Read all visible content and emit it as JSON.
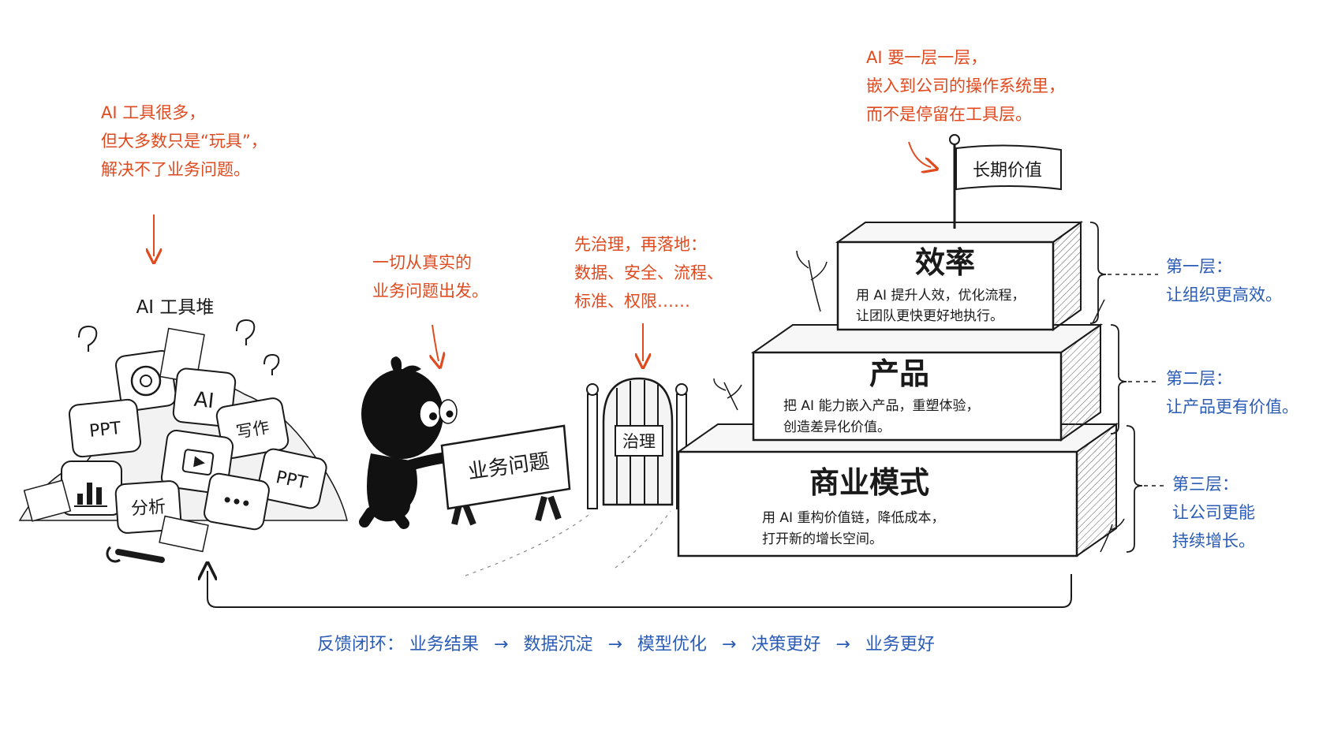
{
  "notes": {
    "tools": [
      "AI 工具很多，",
      "但大多数只是“玩具”，",
      "解决不了业务问题。"
    ],
    "problem": [
      "一切从真实的",
      "业务问题出发。"
    ],
    "governance": [
      "先治理，再落地：",
      "数据、安全、流程、",
      "标准、权限……"
    ],
    "embed": [
      "AI 要一层一层，",
      "嵌入到公司的操作系统里，",
      "而不是停留在工具层。"
    ]
  },
  "tool_pile": {
    "title": "AI 工具堆",
    "icons": [
      "PPT",
      "AI",
      "写作",
      "PPT",
      "分析"
    ]
  },
  "character": {
    "sign": "业务问题"
  },
  "gate": {
    "sign": "治理"
  },
  "flag": {
    "label": "长期价值"
  },
  "pyramid": {
    "top": {
      "title": "效率",
      "desc": [
        "用 AI 提升人效，优化流程，",
        "让团队更快更好地执行。"
      ]
    },
    "middle": {
      "title": "产品",
      "desc": [
        "把 AI 能力嵌入产品，重塑体验，",
        "创造差异化价值。"
      ]
    },
    "bottom": {
      "title": "商业模式",
      "desc": [
        "用 AI 重构价值链，降低成本，",
        "打开新的增长空间。"
      ]
    }
  },
  "layers": [
    {
      "name": "第一层：",
      "text": "让组织更高效。"
    },
    {
      "name": "第二层：",
      "text": "让产品更有价值。"
    },
    {
      "name": "第三层：",
      "text": [
        "让公司更能",
        "持续增长。"
      ]
    }
  ],
  "feedback": {
    "label": "反馈闭环：",
    "steps": [
      "业务结果",
      "数据沉淀",
      "模型优化",
      "决策更好",
      "业务更好"
    ],
    "arrow": "→"
  },
  "colors": {
    "accent_red": "#e04a1f",
    "accent_blue": "#2a5bb5",
    "ink": "#1a1a1a"
  }
}
